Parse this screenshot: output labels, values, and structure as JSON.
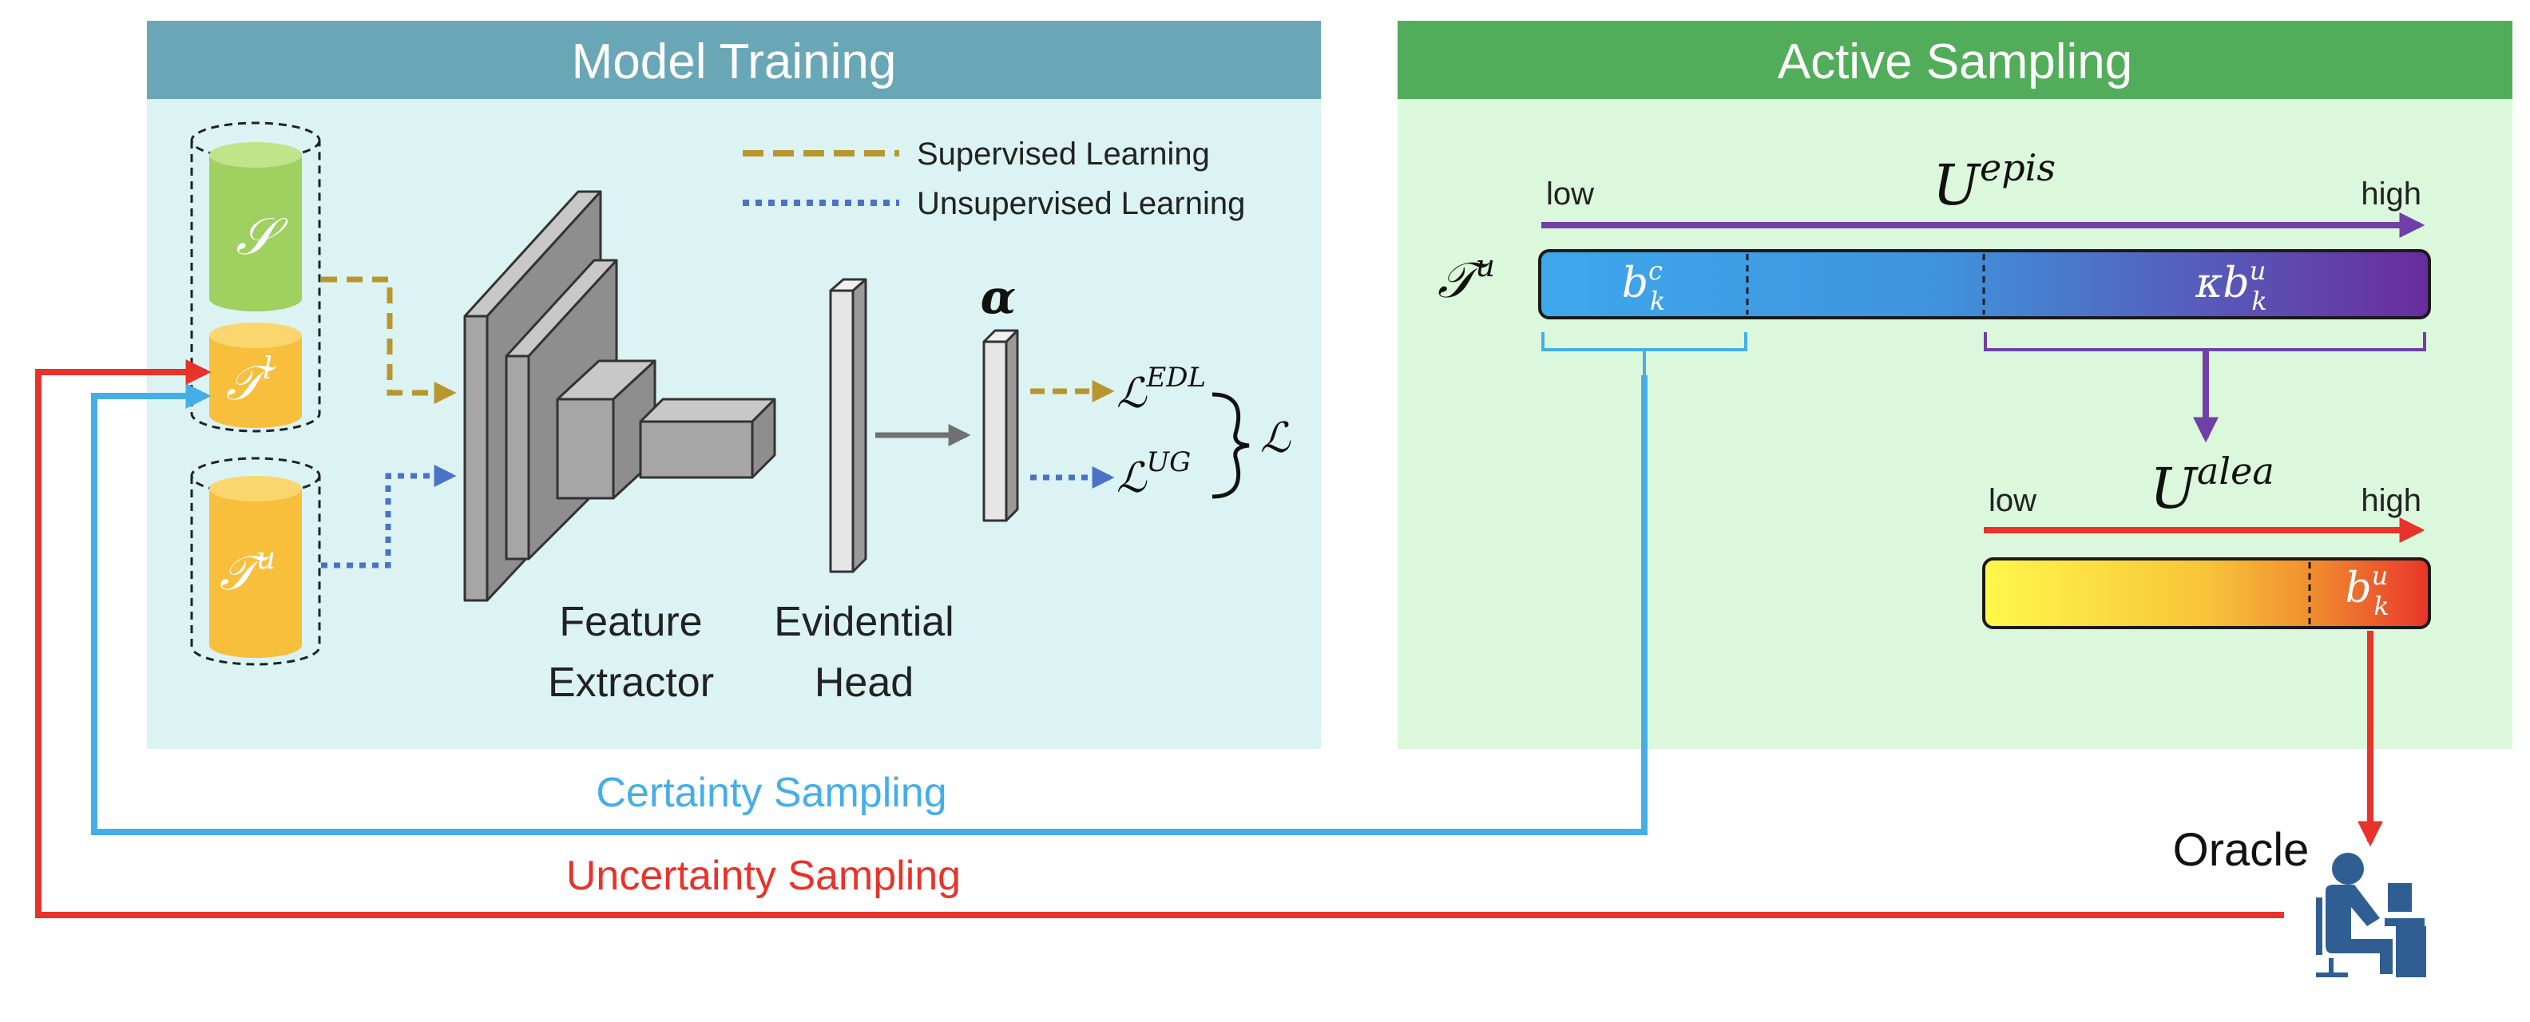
{
  "panels": {
    "model_training": {
      "title": "Model Training",
      "header_color": "#69a7b6",
      "body_color": "#dcf3f3"
    },
    "active_sampling": {
      "title": "Active Sampling",
      "header_color": "#52ad5a",
      "body_color": "#dcf8dc"
    }
  },
  "datasets": {
    "source": {
      "symbol": "𝒮"
    },
    "target_labeled": {
      "symbol": "𝒯",
      "sup": "l"
    },
    "target_unlabeled": {
      "symbol": "𝒯",
      "sup": "u"
    }
  },
  "legend": {
    "supervised": "Supervised Learning",
    "unsupervised": "Unsupervised Learning"
  },
  "network": {
    "feature_extractor": [
      "Feature",
      "Extractor"
    ],
    "evidential_head": [
      "Evidential",
      "Head"
    ],
    "alpha": "α"
  },
  "losses": {
    "edl": {
      "symbol": "ℒ",
      "sup": "EDL"
    },
    "ug": {
      "symbol": "ℒ",
      "sup": "UG"
    },
    "total": {
      "symbol": "ℒ"
    }
  },
  "sampling": {
    "epis_axis": {
      "low": "low",
      "high": "high",
      "label_base": "U",
      "label_sup": "epis"
    },
    "alea_axis": {
      "low": "low",
      "high": "high",
      "label_base": "U",
      "label_sup": "alea"
    },
    "bar_label": {
      "symbol": "𝒯",
      "sup": "u"
    },
    "certain_segment": {
      "base": "b",
      "sub": "k",
      "sup": "c"
    },
    "uncertain_segment": {
      "prefix": "κ",
      "base": "b",
      "sub": "k",
      "sup": "u"
    },
    "final_segment": {
      "base": "b",
      "sub": "k",
      "sup": "u"
    }
  },
  "flows": {
    "certainty": "Certainty Sampling",
    "uncertainty": "Uncertainty Sampling",
    "oracle": "Oracle"
  },
  "colors": {
    "supervised_arrow": "#b8962e",
    "unsupervised_arrow": "#4a72c8",
    "certainty": "#45aee8",
    "uncertainty": "#e8332a",
    "epis_axis": "#7040a8",
    "oracle_icon": "#2f5f92"
  }
}
